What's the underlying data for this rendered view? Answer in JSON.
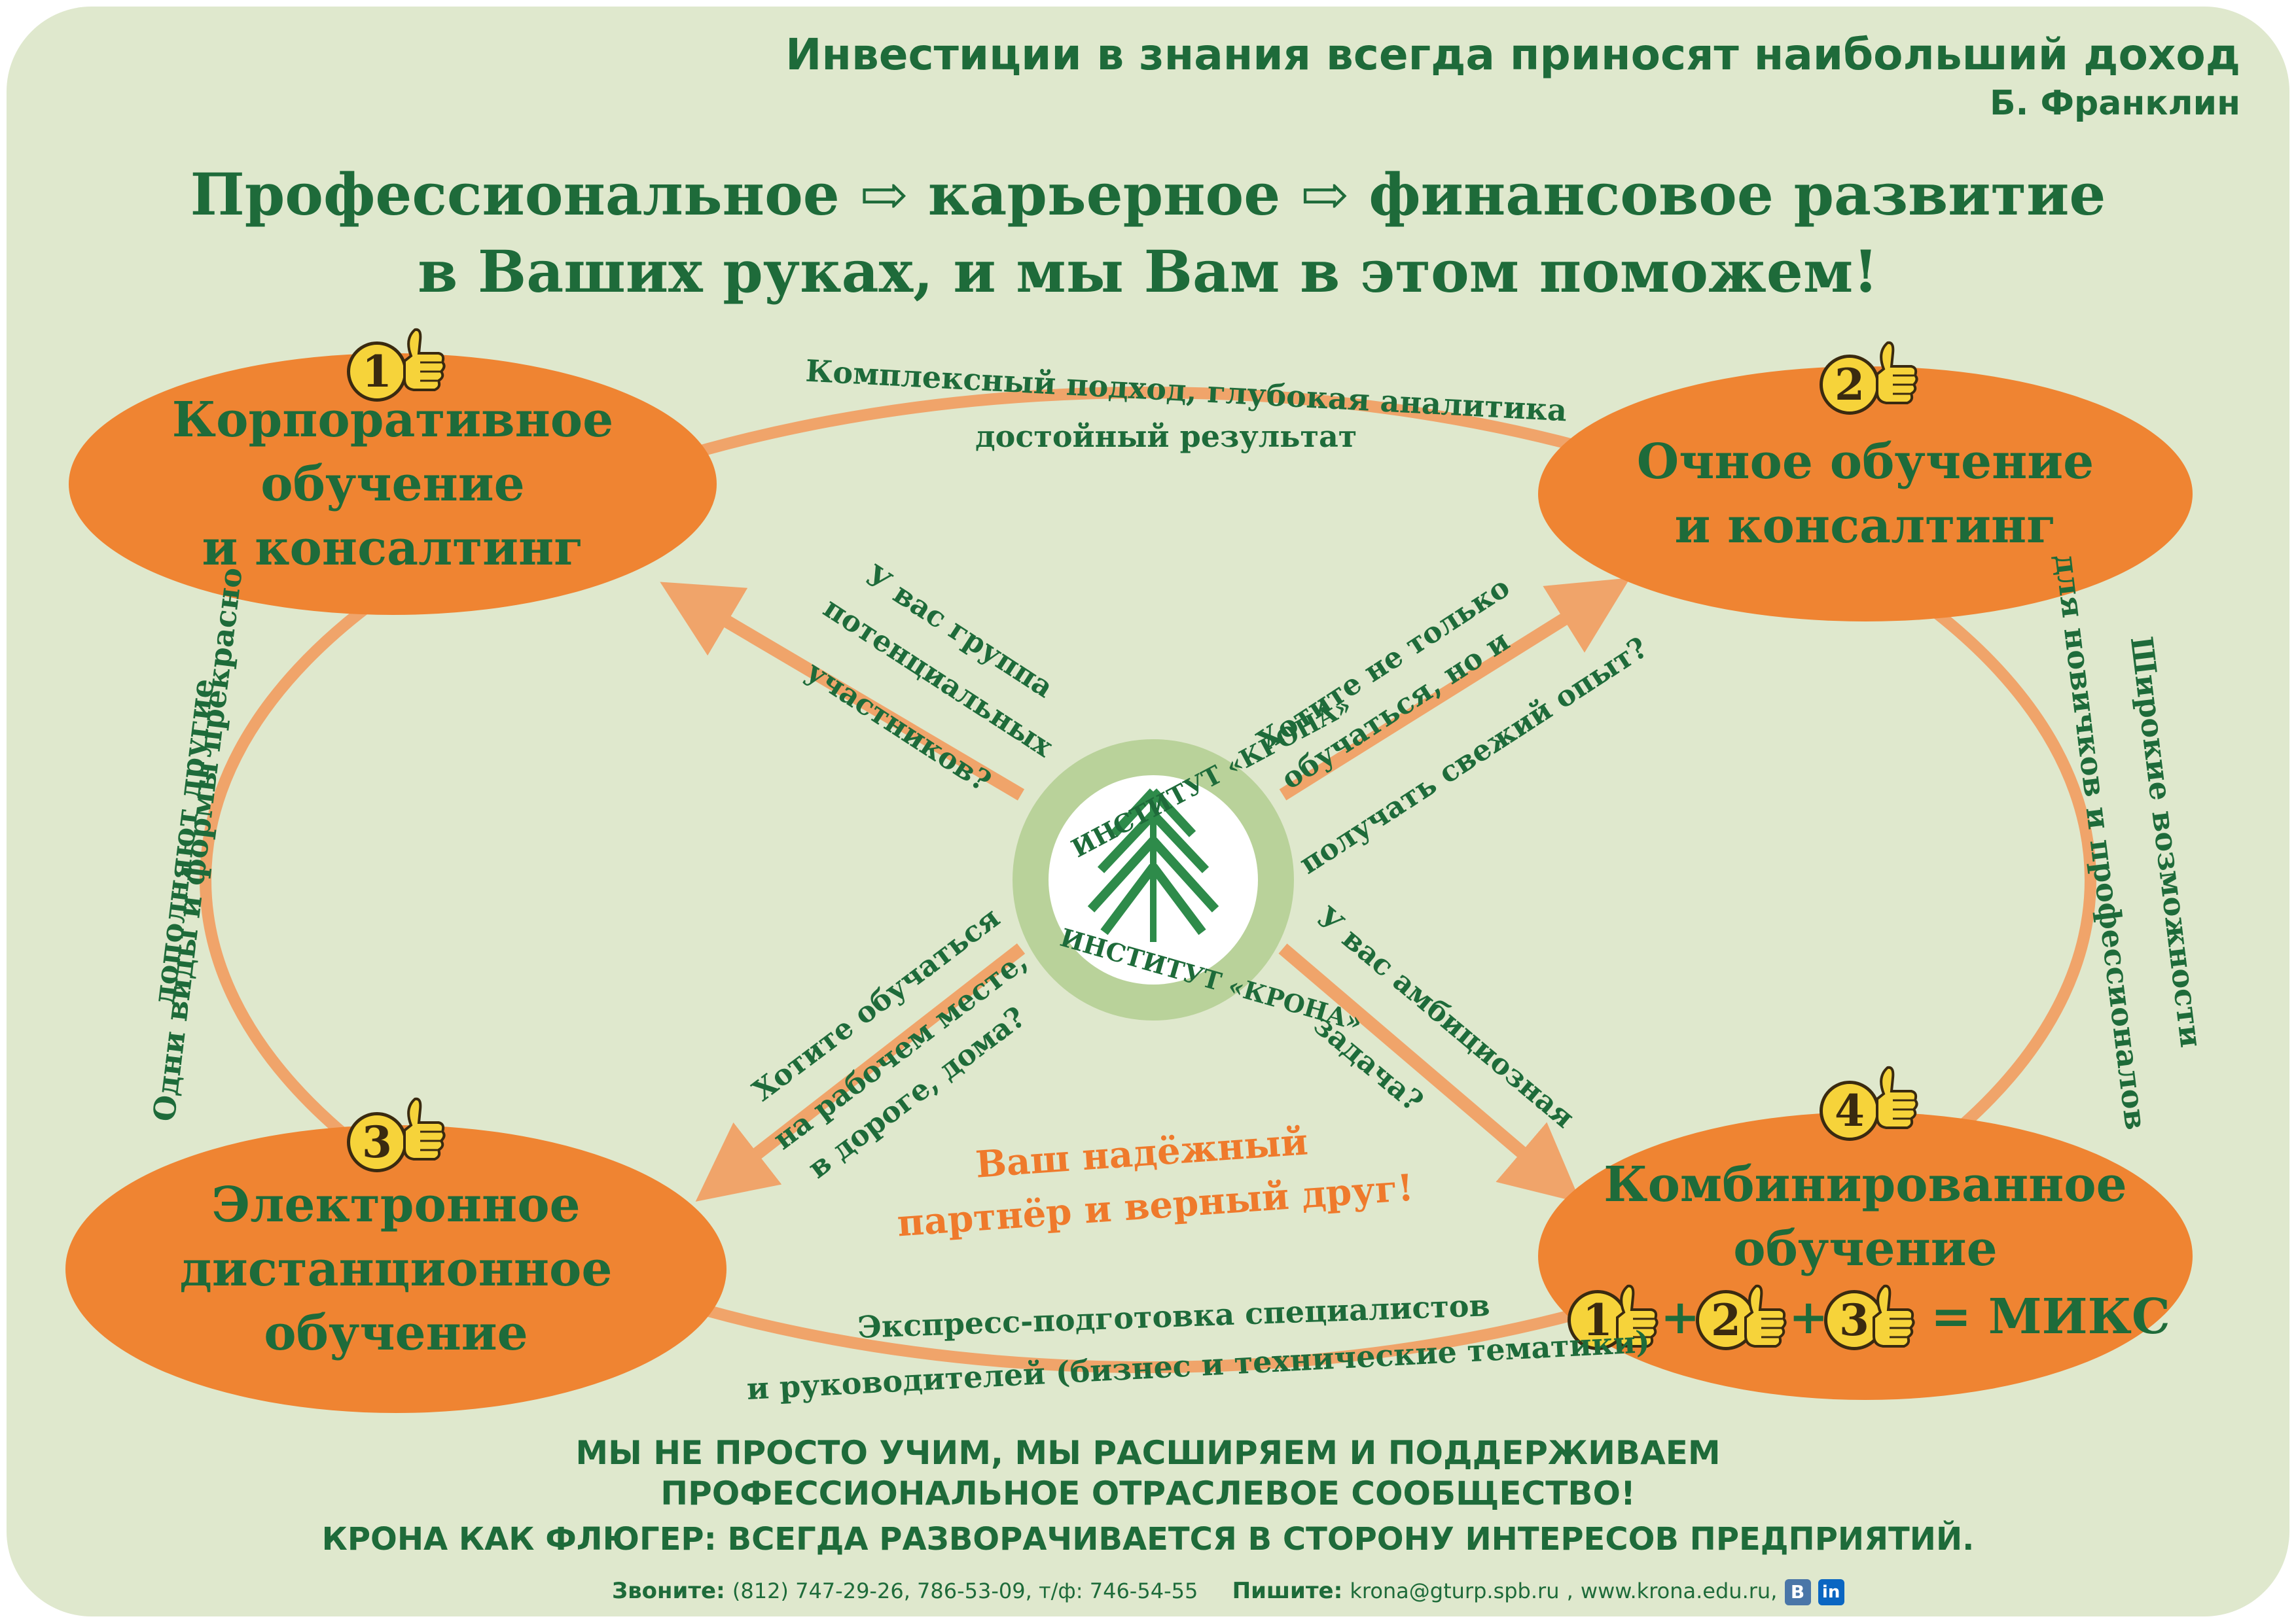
{
  "quote": {
    "text": "Инвестиции в знания всегда приносят наибольший доход",
    "author": "Б. Франклин"
  },
  "headline": {
    "line1_part1": "Профессиональное",
    "line1_part2": "карьерное",
    "line1_part3": "финансовое развитие",
    "arrow_glyph": "⇨",
    "line2": "в Ваших руках, и мы Вам в этом поможем!"
  },
  "nodes": {
    "corporate": {
      "number": "1",
      "title": "Корпоративное\nобучение\nи консалтинг"
    },
    "fulltime": {
      "number": "2",
      "title": "Очное обучение\nи консалтинг"
    },
    "elearning": {
      "number": "3",
      "title": "Электронное\nдистанционное\nобучение"
    },
    "combined": {
      "number": "4",
      "title": "Комбинированное\nобучение",
      "formula_numbers": [
        "1",
        "2",
        "3"
      ],
      "plus": "+",
      "result": "= МИКС"
    }
  },
  "edges": {
    "top_line1": "Комплексный подход, глубокая аналитика",
    "top_line2": "достойный результат",
    "left_line1": "Одни виды и формы прекрасно",
    "left_line2": "дополняют другие",
    "right_line1": "Широкие возможности",
    "right_line2": "для новичков и профессионалов",
    "bottom_line1": "Экспресс-подготовка специалистов",
    "bottom_line2": "и руководителей (бизнес и технические тематики)"
  },
  "questions": {
    "tl": [
      "У вас группа",
      "потенциальных",
      "участников?"
    ],
    "tr": [
      "Хотите не только",
      "обучаться, но и",
      "получать свежий опыт?"
    ],
    "bl": [
      "Хотите обучаться",
      "на рабочем месте,",
      "в дороге, дома?"
    ],
    "br": [
      "У вас амбициозная",
      "задача?"
    ]
  },
  "logo": {
    "name_top": "ИНСТИТУТ «КРОНА»",
    "name_bottom": "ИНСТИТУТ «КРОНА»"
  },
  "partner": {
    "line1": "Ваш надёжный",
    "line2": "партнёр и верный друг!"
  },
  "footer": {
    "line1": "МЫ НЕ ПРОСТО УЧИМ, МЫ РАСШИРЯЕМ И ПОДДЕРЖИВАЕМ",
    "line2": "ПРОФЕССИОНАЛЬНОЕ ОТРАСЛЕВОЕ СООБЩЕСТВО!",
    "line3": "КРОНА КАК ФЛЮГЕР: ВСЕГДА РАЗВОРАЧИВАЕТСЯ В СТОРОНУ ИНТЕРЕСОВ ПРЕДПРИЯТИЙ."
  },
  "contacts": {
    "call_label": "Звоните:",
    "phones": "(812) 747-29-26, 786-53-09, т/ф: 746-54-55",
    "write_label": "Пишите:",
    "email": "krona@gturp.spb.ru",
    "separator": ",",
    "site": "www.krona.edu.ru,",
    "vk_label": "В",
    "li_label": "in"
  },
  "colors": {
    "background": "#dfe8cd",
    "green": "#1e6b3a",
    "orange": "#ef8432",
    "arrow": "#f0a46a",
    "badge": "#f6d33a",
    "vk": "#4a76a8",
    "linkedin": "#0a66c2"
  }
}
